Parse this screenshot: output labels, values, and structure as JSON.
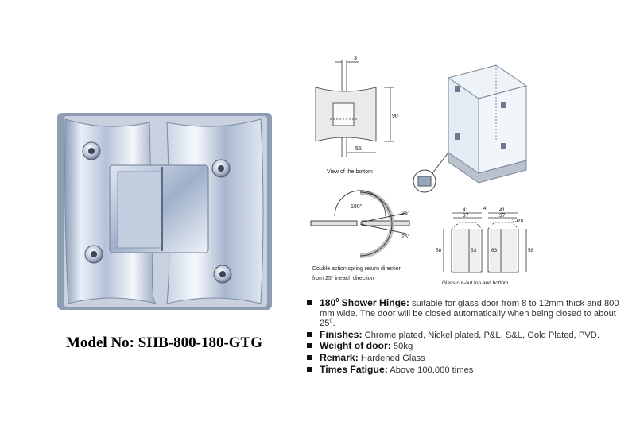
{
  "model": {
    "label": "Model No:",
    "number": "SHB-800-180-GTG"
  },
  "diagrams": {
    "bottom_view": {
      "dim_thickness": "3",
      "dim_height": "90",
      "dim_width": "55",
      "caption": "View of the bottom"
    },
    "swing": {
      "angle_main": "180°",
      "angle_upper": "25°",
      "angle_lower": "25°",
      "caption_line1": "Double action spring return direction",
      "caption_line2": "from 25° ineach direction"
    },
    "cutout": {
      "dim_a": "41",
      "dim_b": "4",
      "dim_c": "41",
      "dim_d": "37",
      "dim_e": "37",
      "dim_radius": "2-R8",
      "dim_left": "58",
      "dim_in1": "63",
      "dim_in2": "63",
      "dim_right": "58",
      "caption": "Glass cut-out top and bottom"
    }
  },
  "specs": [
    {
      "title": "180",
      "title_sup": "0",
      "title_rest": " Shower Hinge:",
      "text": " suitable for glass door from 8 to 12mm thick and  800 mm wide. The door will be closed automatically when being closed to about 25",
      "text_sup": "0",
      "text_end": "."
    },
    {
      "title": "Finishes:",
      "text": " Chrome plated, Nickel plated, P&L, S&L, Gold Plated, PVD."
    },
    {
      "title": "Weight of door:",
      "text": " 50kg"
    },
    {
      "title": "Remark:",
      "text": " Hardened Glass"
    },
    {
      "title": "Times Fatigue:",
      "text": " Above 100,000 times"
    }
  ]
}
